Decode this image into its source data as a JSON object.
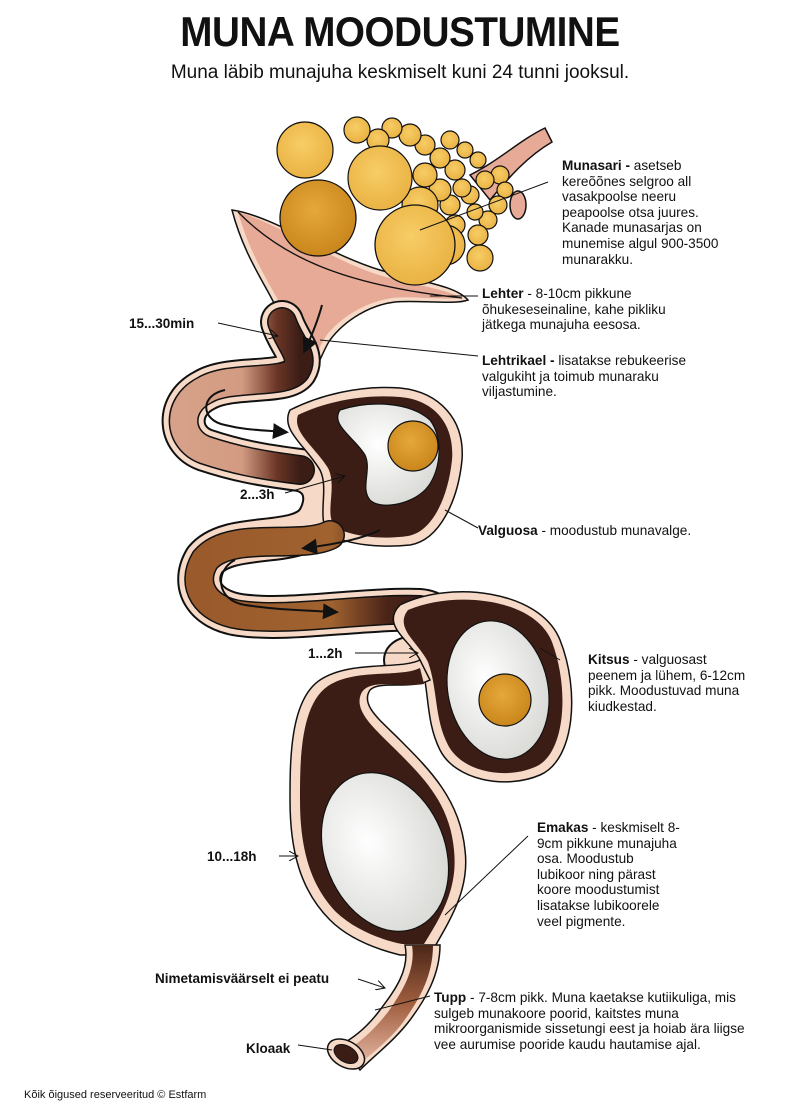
{
  "header": {
    "title": "MUNA MOODUSTUMINE",
    "subtitle": "Muna läbib munajuha keskmiselt kuni 24 tunni jooksul."
  },
  "parts": [
    {
      "name": "Munasari",
      "separator": " - ",
      "text": "asetseb kereõõnes selgroo all vasakpoolse neeru peapoolse otsa juures. Kanade munasarjas on munemise algul 900-3500 munarakku."
    },
    {
      "name": "Lehter",
      "separator": " - ",
      "text": "8-10cm pikkune õhukeseseinaline, kahe pikliku jätkega munajuha eesosa."
    },
    {
      "name": "Lehtrikael",
      "separator": " - ",
      "text": "lisatakse rebukeerise valgukiht ja toimub munaraku viljastumine."
    },
    {
      "name": "Valguosa",
      "separator": " - ",
      "text": "moodustub munavalge."
    },
    {
      "name": "Kitsus",
      "separator": " - ",
      "text": "valguosast peenem ja lühem, 6-12cm pikk. Moodustuvad muna kiudkestad."
    },
    {
      "name": "Emakas",
      "separator": " - ",
      "text": "keskmiselt 8-9cm pikkune munajuha osa. Moodustub lubikoor ning pärast koore moodustumist lisatakse lubikoorele veel pigmente."
    },
    {
      "name": "Tupp",
      "separator": " - ",
      "text": "7-8cm pikk. Muna kaetakse kutiikuliga, mis sulgeb munakoore poorid, kaitstes muna mikroorganismide sissetungi eest ja hoiab ära liigse vee aurumise pooride kaudu hautamise ajal."
    }
  ],
  "time_labels": [
    {
      "label": "15...30min"
    },
    {
      "label": "2...3h"
    },
    {
      "label": "1...2h"
    },
    {
      "label": "10...18h"
    },
    {
      "label": "Nimetamisväärselt ei peatu"
    },
    {
      "label": "Kloaak"
    }
  ],
  "footer": {
    "copyright": "Kõik õigused reserveeritud © Estfarm"
  },
  "colors": {
    "yolk_light": "#f4c252",
    "yolk_dark": "#d9901f",
    "funnel": "#e7aa96",
    "tube_wall": "#f6d9c6",
    "tube_light": "#d9a48a",
    "tube_brown": "#9a5a2c",
    "tube_dark": "#3b1d16",
    "egg_white": "#ececea",
    "outline": "#111111"
  }
}
